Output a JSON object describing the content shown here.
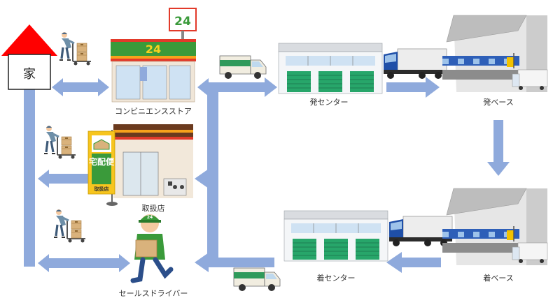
{
  "labels": {
    "home": "家",
    "convenience_store": "コンビニエンスストア",
    "store_sign": "24",
    "agent_store": "取扱店",
    "agent_banner_main": "宅配便",
    "agent_banner_sub": "取扱店",
    "sales_driver": "セールスドライバー",
    "departure_center": "発センター",
    "departure_base": "発ベース",
    "arrival_base": "着ベース",
    "arrival_center": "着センター"
  },
  "colors": {
    "arrow": "#8FAADC",
    "roof": "#FF0000",
    "store_green": "#3A9A3A",
    "store_red": "#E23A2A",
    "store_orange": "#F7A21B",
    "truck_blue": "#1F4FA8",
    "center_green": "#27A66A"
  }
}
